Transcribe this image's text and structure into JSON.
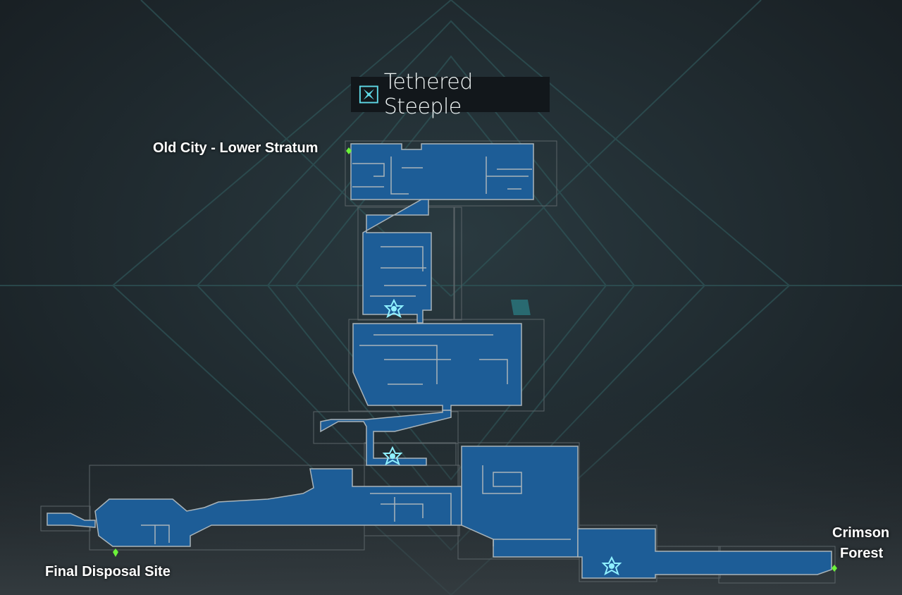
{
  "map": {
    "title": "Tethered Steeple",
    "title_icon": "area-emblem-icon",
    "colors": {
      "room_fill": "#1d5d97",
      "wall": "#a9b4ba",
      "exit": "#6cf23a",
      "icon": "#8ff0ff"
    },
    "locations": [
      {
        "id": "old-city",
        "label": "Old City - Lower Stratum"
      },
      {
        "id": "final-disposal",
        "label": "Final Disposal Site"
      },
      {
        "id": "crimson-forest-1",
        "label": "Crimson"
      },
      {
        "id": "crimson-forest-2",
        "label": "Forest"
      }
    ],
    "waypoints": [
      "teleporter-icon",
      "teleporter-icon",
      "teleporter-icon"
    ]
  }
}
